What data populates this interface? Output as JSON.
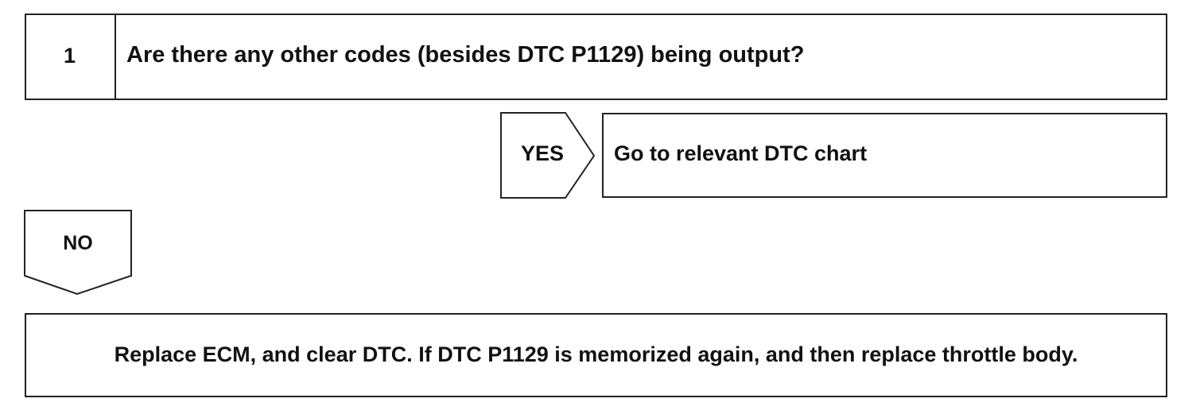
{
  "step": {
    "number": "1",
    "question": "Are there any other codes (besides DTC P1129) being output?"
  },
  "yes_branch": {
    "label": "YES",
    "action": "Go to relevant DTC chart"
  },
  "no_branch": {
    "label": "NO"
  },
  "final_action": {
    "text": "Replace ECM, and clear DTC. If DTC P1129 is memorized again, and then replace throttle body."
  }
}
